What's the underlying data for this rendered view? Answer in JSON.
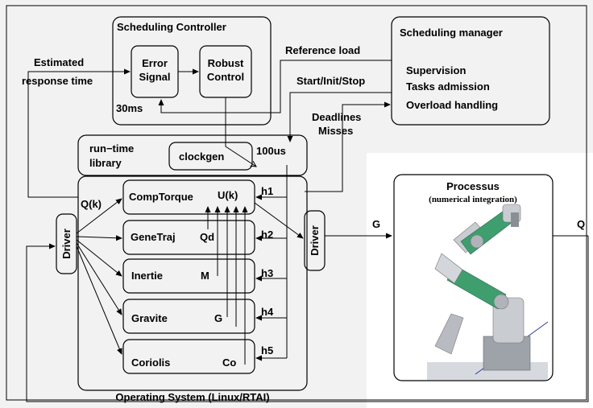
{
  "scheduling_controller": {
    "title": "Scheduling Controller",
    "error_signal": [
      "Error",
      "Signal"
    ],
    "robust_control": [
      "Robust",
      "Control"
    ],
    "period": "30ms"
  },
  "scheduling_manager": {
    "title": "Scheduling manager",
    "items": [
      "Supervision",
      "Tasks admission",
      "Overload handling"
    ]
  },
  "labels": {
    "estimated_response_time": [
      "Estimated",
      "response time"
    ],
    "reference_load": "Reference load",
    "start_init_stop": "Start/Init/Stop",
    "deadlines_misses": [
      "Deadlines",
      "Misses"
    ],
    "qk": "Q(k)",
    "g_out": "G",
    "q_out": "Q"
  },
  "runtime_library": {
    "label": [
      "run−time",
      "library"
    ],
    "clockgen": "clockgen",
    "clock_period": "100us"
  },
  "drivers": {
    "left": "Driver",
    "right": "Driver"
  },
  "tasks": [
    {
      "name": "CompTorque",
      "output": "U(k)",
      "trigger": "h1"
    },
    {
      "name": "GeneTraj",
      "output": "Qd",
      "trigger": "h2"
    },
    {
      "name": "Inertie",
      "output": "M",
      "trigger": "h3"
    },
    {
      "name": "Gravite",
      "output": "G",
      "trigger": "h4"
    },
    {
      "name": "Coriolis",
      "output": "Co",
      "trigger": "h5"
    }
  ],
  "os_label": "Operating System (Linux/RTAI)",
  "processus": {
    "title": "Processus",
    "subtitle": "(numerical integration)"
  },
  "colors": {
    "panel": "#f2f2f2",
    "robot_green": "#3f9e6e",
    "robot_grey": "#c9cdd2"
  }
}
